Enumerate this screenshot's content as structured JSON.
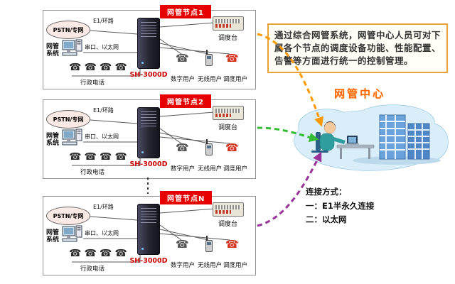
{
  "nodes": [
    {
      "title": "网管节点1",
      "pstn": "PSTN/专网",
      "e1": "E1/环路",
      "nms": "网管系统",
      "serial": "串口、以太网",
      "server": "SH-3000D",
      "admin_phones": "行政电话",
      "dispatch": "调度台",
      "users": [
        "数字用户",
        "无线用户",
        "调度用户"
      ]
    },
    {
      "title": "网管节点2",
      "pstn": "PSTN/专网",
      "e1": "E1/环路",
      "nms": "网管系统",
      "serial": "串口、以太网",
      "server": "SH-3000D",
      "admin_phones": "行政电话",
      "dispatch": "调度台",
      "users": [
        "数字用户",
        "无线用户",
        "调度用户"
      ]
    },
    {
      "title": "网管节点N",
      "pstn": "PSTN/专网",
      "e1": "E1/环路",
      "nms": "网管系统",
      "serial": "串口、以太网",
      "server": "SH-3000D",
      "admin_phones": "行政电话",
      "dispatch": "调度台",
      "users": [
        "数字用户",
        "无线用户",
        "调度用户"
      ]
    }
  ],
  "info_box": {
    "text": "通过综合网管系统，网管中心人员可对下属各个节点的调度设备功能、性能配置、告警等方面进行统一的控制管理。"
  },
  "center": {
    "title": "网管中心"
  },
  "legend": {
    "title": "连接方式：",
    "items": [
      "一：E1半永久连接",
      "二：以太网"
    ]
  },
  "icons": {
    "phone": "☎"
  },
  "colors": {
    "node_title_bg": "#e60000",
    "server_label": "#cc0000",
    "center_title": "#ff6600",
    "arrow_node1": "#ff9900",
    "arrow_node2": "#33bb33",
    "arrow_node3": "#993399"
  }
}
